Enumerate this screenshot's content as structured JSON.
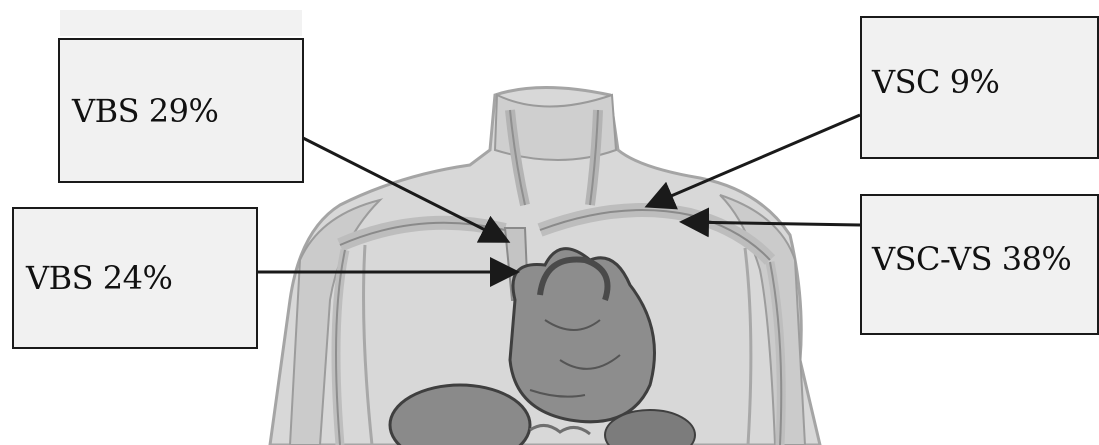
{
  "labels": {
    "vbs29": "VBS 29%",
    "vbs24": "VBS 24%",
    "vsc9": "VSC 9%",
    "vscvs38": "VSC-VS 38%"
  },
  "colors": {
    "box_fill": "#f1f1f1",
    "box_border": "#1a1a1a",
    "body_fill": "#d9d9d9",
    "vessel_fill": "#c9c9c9",
    "heart_fill": "#8a8a8a",
    "arrow": "#1a1a1a"
  }
}
